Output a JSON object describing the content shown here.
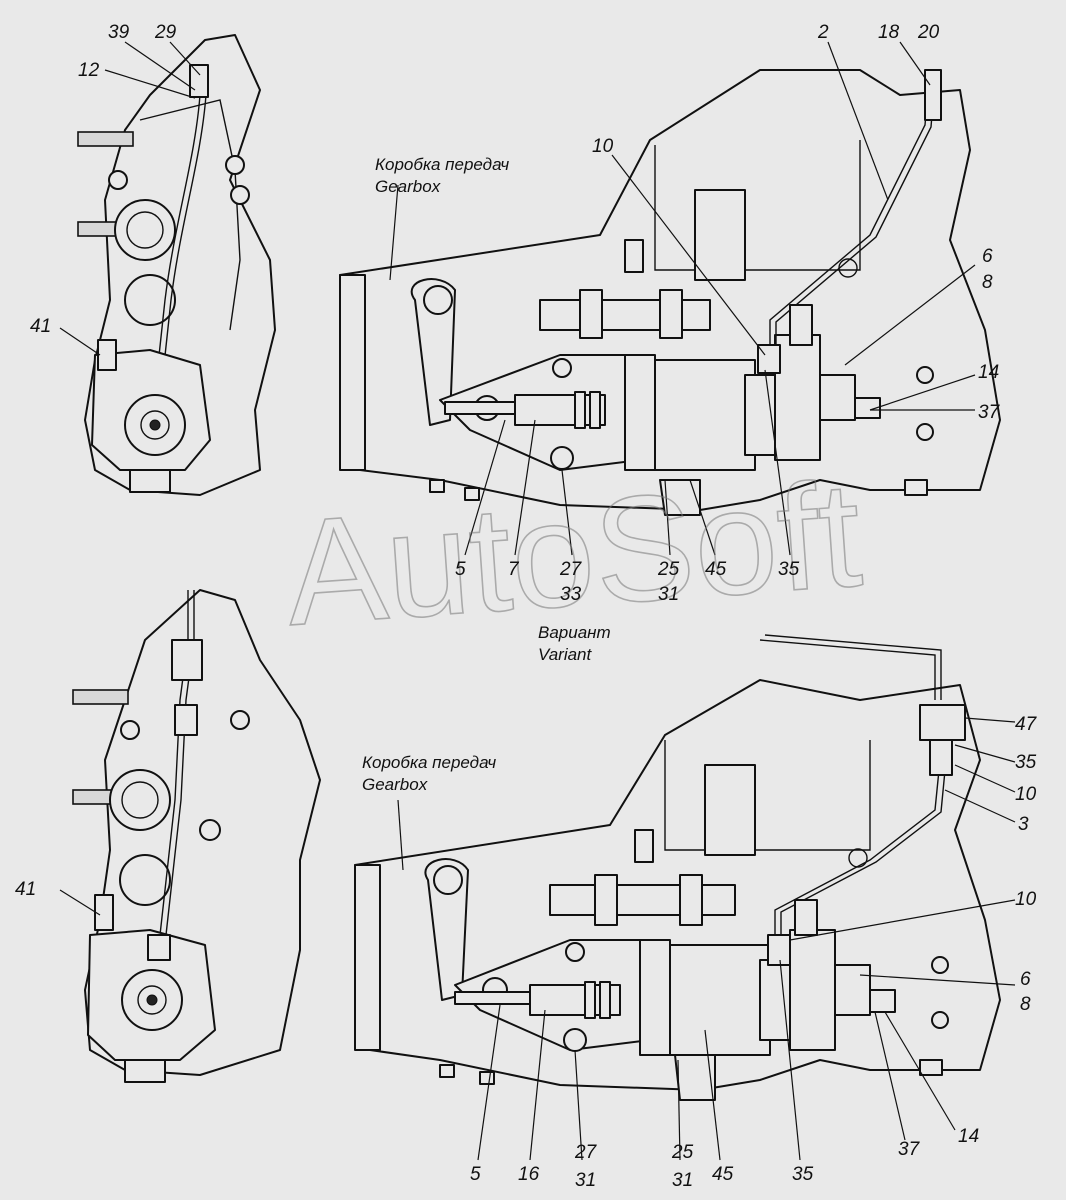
{
  "watermark": "AutoSoft",
  "top_view": {
    "caption_ru": "Коробка передач",
    "caption_en": "Gearbox",
    "callouts": [
      "39",
      "29",
      "12",
      "41",
      "2",
      "18",
      "20",
      "10",
      "6",
      "8",
      "14",
      "37",
      "5",
      "7",
      "27",
      "33",
      "25",
      "31",
      "45",
      "35"
    ]
  },
  "variant": {
    "title_ru": "Вариант",
    "title_en": "Variant"
  },
  "bottom_view": {
    "caption_ru": "Коробка передач",
    "caption_en": "Gearbox",
    "callouts": [
      "41",
      "47",
      "35",
      "10",
      "3",
      "10",
      "6",
      "8",
      "14",
      "37",
      "5",
      "16",
      "27",
      "31",
      "25",
      "31",
      "45",
      "35"
    ]
  }
}
